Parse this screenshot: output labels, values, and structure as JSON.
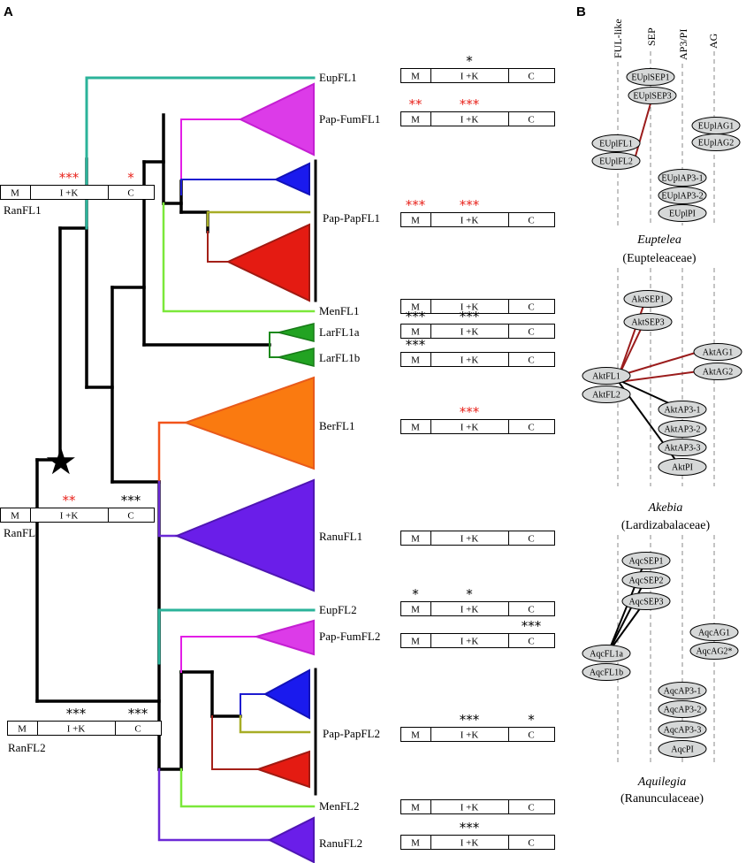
{
  "panels": {
    "a": "A",
    "b": "B"
  },
  "tree": {
    "EupFL1": {
      "label": "EupFL1",
      "stars": [
        {
          "region": "I+K",
          "text": "*",
          "color": "#000000"
        }
      ]
    },
    "PapFumFL1": {
      "label": "Pap-FumFL1",
      "stars": [
        {
          "region": "M",
          "text": "**",
          "color": "#e8221b"
        },
        {
          "region": "I+K",
          "text": "***",
          "color": "#e8221b"
        }
      ]
    },
    "PapPapFL1": {
      "label": "Pap-PapFL1",
      "stars": [
        {
          "region": "M",
          "text": "***",
          "color": "#e8221b"
        },
        {
          "region": "I+K",
          "text": "***",
          "color": "#e8221b"
        }
      ]
    },
    "MenFL1": {
      "label": "MenFL1",
      "stars": []
    },
    "LarFL1a": {
      "label": "LarFL1a",
      "stars": [
        {
          "region": "M",
          "text": "***",
          "color": "#000000"
        },
        {
          "region": "I+K",
          "text": "***",
          "color": "#000000"
        }
      ]
    },
    "LarFL1b": {
      "label": "LarFL1b",
      "stars": [
        {
          "region": "M",
          "text": "***",
          "color": "#000000"
        }
      ]
    },
    "BerFL1": {
      "label": "BerFL1",
      "stars": [
        {
          "region": "I+K",
          "text": "***",
          "color": "#e8221b"
        }
      ]
    },
    "RanuFL1": {
      "label": "RanuFL1",
      "stars": []
    },
    "EupFL2": {
      "label": "EupFL2",
      "stars": [
        {
          "region": "M",
          "text": "*",
          "color": "#000000"
        },
        {
          "region": "I+K",
          "text": "*",
          "color": "#000000"
        }
      ]
    },
    "PapFumFL2": {
      "label": "Pap-FumFL2",
      "stars": [
        {
          "region": "C",
          "text": "***",
          "color": "#000000"
        }
      ]
    },
    "PapPapFL2": {
      "label": "Pap-PapFL2",
      "stars": [
        {
          "region": "I+K",
          "text": "***",
          "color": "#000000"
        },
        {
          "region": "C",
          "text": "*",
          "color": "#000000"
        }
      ]
    },
    "MenFL2": {
      "label": "MenFL2",
      "stars": []
    },
    "RanuFL2": {
      "label": "RanuFL2",
      "stars": [
        {
          "region": "I+K",
          "text": "***",
          "color": "#000000"
        }
      ]
    },
    "RanFL1": {
      "label": "RanFL1",
      "stars": [
        {
          "region": "I+K",
          "text": "***",
          "color": "#e8221b"
        },
        {
          "region": "C",
          "text": "*",
          "color": "#e8221b"
        }
      ]
    },
    "RanFL": {
      "label": "RanFL",
      "stars": [
        {
          "region": "I+K",
          "text": "**",
          "color": "#e8221b"
        },
        {
          "region": "C",
          "text": "***",
          "color": "#000000"
        }
      ]
    },
    "RanFL2": {
      "label": "RanFL2",
      "stars": [
        {
          "region": "I+K",
          "text": "***",
          "color": "#000000"
        },
        {
          "region": "C",
          "text": "***",
          "color": "#000000"
        }
      ]
    }
  },
  "domain_labels": {
    "m": "M",
    "ik": "I +K",
    "c": "C"
  },
  "network": {
    "columns": [
      "FUL-like",
      "SEP",
      "AP3/PI",
      "AG"
    ],
    "euptelea": {
      "genus": "Euptelea",
      "family": "(Eupteleaceae)",
      "nodes": {
        "sep1": "EUplSEP1",
        "sep3": "EUplSEP3",
        "fl1": "EUplFL1",
        "fl2": "EUplFL2",
        "ag1": "EUplAG1",
        "ag2": "EUplAG2",
        "ap31": "EUplAP3-1",
        "ap32": "EUplAP3-2",
        "pi": "EUplPI"
      }
    },
    "akebia": {
      "genus": "Akebia",
      "family": "(Lardizabalaceae)",
      "nodes": {
        "sep1": "AktSEP1",
        "sep3": "AktSEP3",
        "fl1": "AktFL1",
        "fl2": "AktFL2",
        "ag1": "AktAG1",
        "ag2": "AktAG2",
        "ap31": "AktAP3-1",
        "ap32": "AktAP3-2",
        "ap33": "AktAP3-3",
        "pi": "AktPI"
      }
    },
    "aquilegia": {
      "genus": "Aquilegia",
      "family": "(Ranunculaceae)",
      "nodes": {
        "sep1": "AqcSEP1",
        "sep2": "AqcSEP2",
        "sep3": "AqcSEP3",
        "fl1a": "AqcFL1a",
        "fl1b": "AqcFL1b",
        "ag1": "AqcAG1",
        "ag2": "AqcAG2*",
        "ap31": "AqcAP3-1",
        "ap32": "AqcAP3-2",
        "ap33": "AqcAP3-3",
        "pi": "AqcPI"
      }
    }
  },
  "colors": {
    "red": "#e8221b",
    "link_red": "#9b1c1c",
    "node_fill": "#d6d8d8"
  }
}
